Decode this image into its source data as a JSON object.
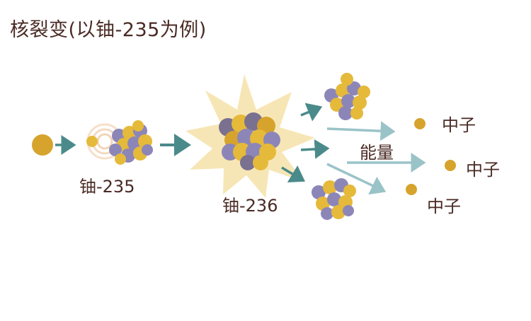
{
  "title": "核裂变(以铀-235为例)",
  "labels": {
    "uranium235": "铀-235",
    "uranium236": "铀-236",
    "energy": "能量",
    "neutron": "中子"
  },
  "colors": {
    "text": "#4a2a24",
    "neutron": "#d6a32d",
    "proton": "#e5b93a",
    "nucleon_purple": "#8c86b8",
    "arrow_teal": "#4b8a8a",
    "arrow_light": "#9ac3c8",
    "burst": "#f7e6b5"
  }
}
